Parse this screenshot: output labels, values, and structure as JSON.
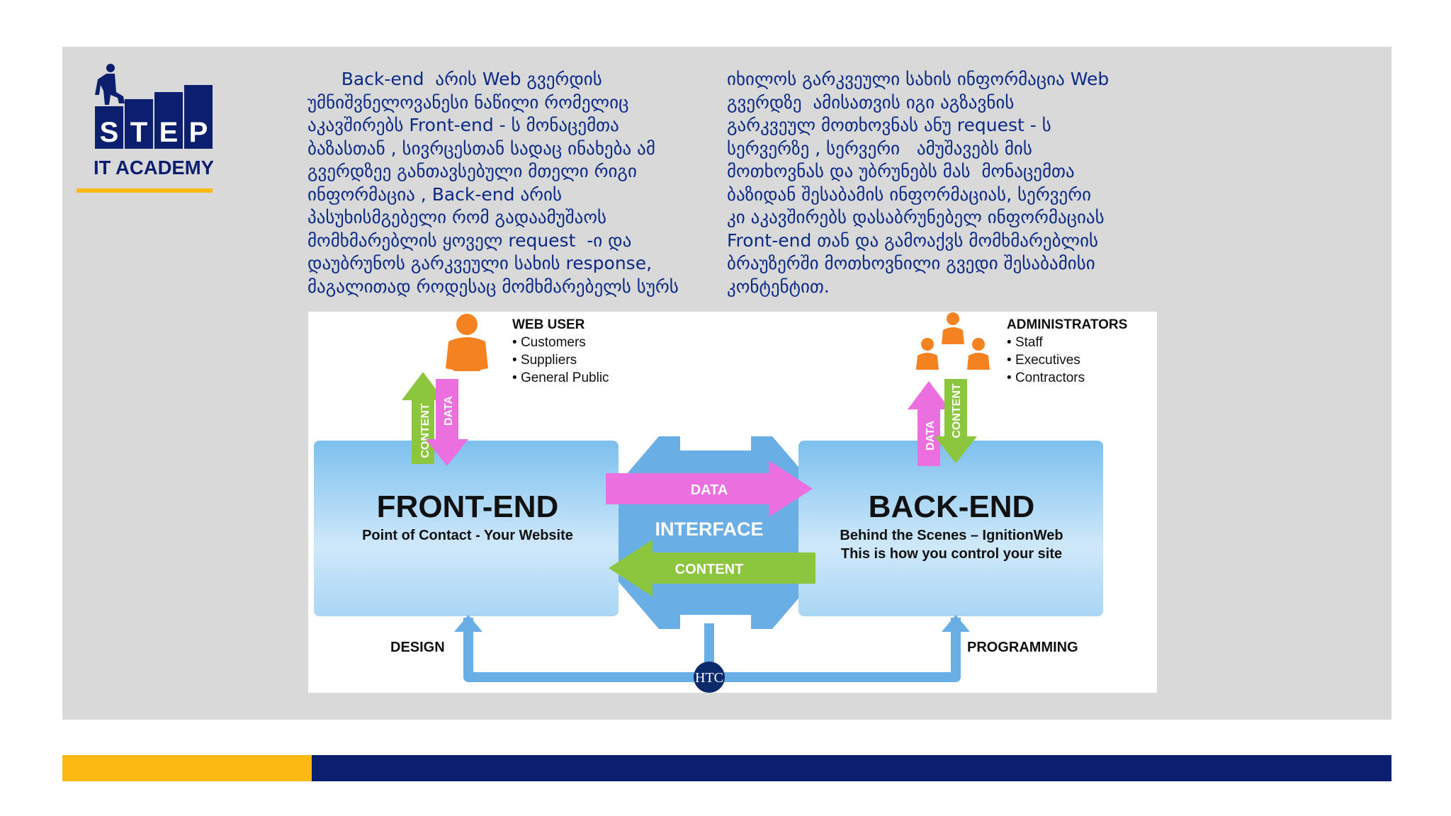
{
  "logo": {
    "word": "STEP",
    "letters": [
      "S",
      "T",
      "E",
      "P"
    ],
    "sub": "IT ACADEMY",
    "color": "#0b1f6e",
    "accent": "#fdb913"
  },
  "paragraph": {
    "col1": [
      "      Back-end  არის Web გვერდის",
      "უმნიშვნელოვანესი ნაწილი რომელიც",
      "აკავშირებს Front-end - ს მონაცემთა",
      "ბაზასთან , სივრცესთან სადაც ინახება ამ",
      "გვერდზეე განთავსებული მთელი რიგი",
      "ინფორმაცია , Back-end არის",
      "პასუხისმგებელი რომ გადაამუშაოს",
      "მომხმარებლის ყოველ request  -ი და",
      "დაუბრუნოს გარკვეული სახის response,",
      "მაგალითად როდესაც მომხმარებელს სურს"
    ],
    "col2": [
      "იხილოს გარკვეული სახის ინფორმაცია Web",
      "გვერდზე  ამისათვის იგი აგზავნის",
      "გარკვეულ მოთხოვნას ანუ request - ს",
      "სერვერზე , სერვერი   ამუშავებს მის",
      "მოთხოვნას და უბრუნებს მას  მონაცემთა",
      "ბაზიდან შესაბამის ინფორმაციას, სერვერი",
      "კი აკავშირებს დასაბრუნებელ ინფორმაციას",
      "Front-end თან და გამოაქვს მომხმარებლის",
      "ბრაუზერში მოთხოვნილი გვედი შესაბამისი",
      "კონტენტით."
    ]
  },
  "diagram": {
    "web_user": {
      "title": "WEB USER",
      "items": [
        "Customers",
        "Suppliers",
        "General Public"
      ]
    },
    "administrators": {
      "title": "ADMINISTRATORS",
      "items": [
        "Staff",
        "Executives",
        "Contractors"
      ]
    },
    "front_end": {
      "title": "FRONT-END",
      "subtitle": "Point of Contact - Your Website"
    },
    "back_end": {
      "title": "BACK-END",
      "subtitle1": "Behind the Scenes – IgnitionWeb",
      "subtitle2": "This is how you control your site"
    },
    "interface": "INTERFACE",
    "data_arrow": "DATA",
    "content_arrow": "CONTENT",
    "left_up_arrow": "CONTENT",
    "left_down_arrow": "DATA",
    "right_up_arrow": "DATA",
    "right_down_arrow": "CONTENT",
    "design": "DESIGN",
    "programming": "PROGRAMMING",
    "badge": "HTC",
    "colors": {
      "green": "#8cc63f",
      "pink": "#ec6fe0",
      "blue": "#6aaee6",
      "person": "#f58220",
      "navy": "#0b2a6b"
    }
  },
  "footer": {
    "left_color": "#fdb913",
    "right_color": "#0b1f6e"
  }
}
